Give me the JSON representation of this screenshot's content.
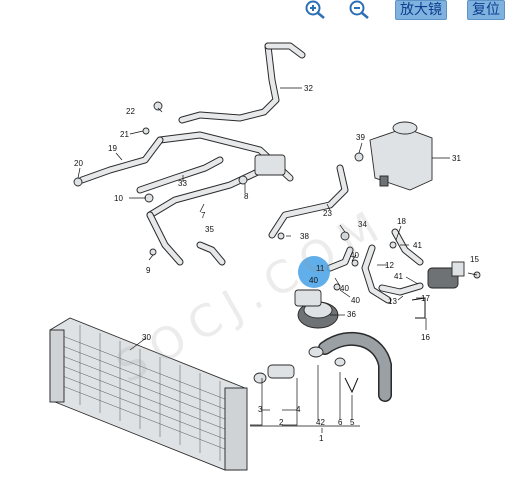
{
  "toolbar": {
    "zoom_in_icon": "zoom-in-icon",
    "zoom_out_icon": "zoom-out-icon",
    "magnify_label": "放大镜",
    "reset_label": "复位"
  },
  "colors": {
    "button_bg": "#7fb2de",
    "button_text": "#0d3f8f",
    "highlight": "#4fa6e8"
  },
  "watermark": "SOCJ.COM",
  "callouts": {
    "c1": "1",
    "c2": "2",
    "c3": "3",
    "c4": "4",
    "c5": "5",
    "c6": "6",
    "c7": "7",
    "c8": "8",
    "c9": "9",
    "c10": "10",
    "c11": "11",
    "c12": "12",
    "c13": "13",
    "c15": "15",
    "c16": "16",
    "c17": "17",
    "c18": "18",
    "c19": "19",
    "c20": "20",
    "c21": "21",
    "c22": "22",
    "c23": "23",
    "c30": "30",
    "c31": "31",
    "c32": "32",
    "c33": "33",
    "c34": "34",
    "c35": "35",
    "c36": "36",
    "c38": "38",
    "c39": "39",
    "c40a": "40",
    "c40b": "40",
    "c40c": "40",
    "c40d": "40",
    "c41a": "41",
    "c41b": "41",
    "c42": "42"
  }
}
